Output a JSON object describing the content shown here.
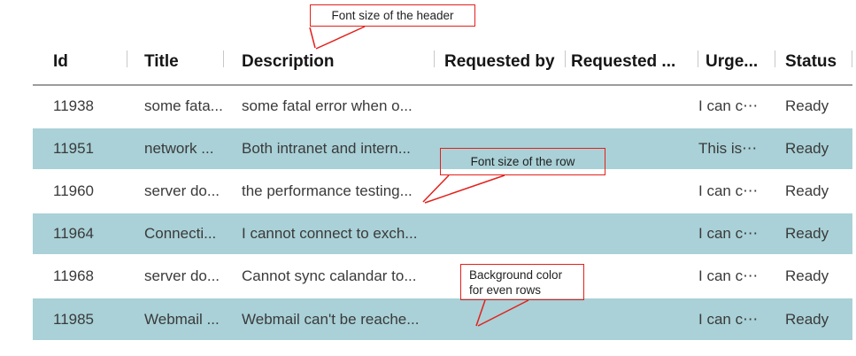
{
  "grid": {
    "columns": [
      {
        "label": "Id"
      },
      {
        "label": "Title"
      },
      {
        "label": "Description"
      },
      {
        "label": "Requested by"
      },
      {
        "label": "Requested ..."
      },
      {
        "label": "Urge..."
      },
      {
        "label": "Status"
      }
    ],
    "rows": [
      {
        "id": "11938",
        "title": "some fata...",
        "description": "some fatal error when o...",
        "requested_by": "",
        "requested_2": "",
        "urgency": "I can c⋯",
        "status": "Ready"
      },
      {
        "id": "11951",
        "title": "network ...",
        "description": "Both intranet and intern...",
        "requested_by": "",
        "requested_2": "",
        "urgency": "This is⋯",
        "status": "Ready"
      },
      {
        "id": "11960",
        "title": "server do...",
        "description": "the performance testing...",
        "requested_by": "",
        "requested_2": "",
        "urgency": "I can c⋯",
        "status": "Ready"
      },
      {
        "id": "11964",
        "title": "Connecti...",
        "description": "I cannot connect to exch...",
        "requested_by": "",
        "requested_2": "",
        "urgency": "I can c⋯",
        "status": "Ready"
      },
      {
        "id": "11968",
        "title": "server do...",
        "description": "Cannot sync calandar to...",
        "requested_by": "",
        "requested_2": "",
        "urgency": "I can c⋯",
        "status": "Ready"
      },
      {
        "id": "11985",
        "title": "Webmail ...",
        "description": "Webmail can't be reache...",
        "requested_by": "",
        "requested_2": "",
        "urgency": "I can c⋯",
        "status": "Ready"
      }
    ]
  },
  "annotations": {
    "header_font_callout": "Font size of the header",
    "row_font_callout": "Font size of the row",
    "even_row_bg_callout_line1": "Background color",
    "even_row_bg_callout_line2": "for even rows"
  },
  "colors": {
    "even_row_background": "#a9d1d7",
    "callout_border": "#e3201b",
    "id_link": "#2e7eb3",
    "header_underline": "#9c9c9c"
  }
}
